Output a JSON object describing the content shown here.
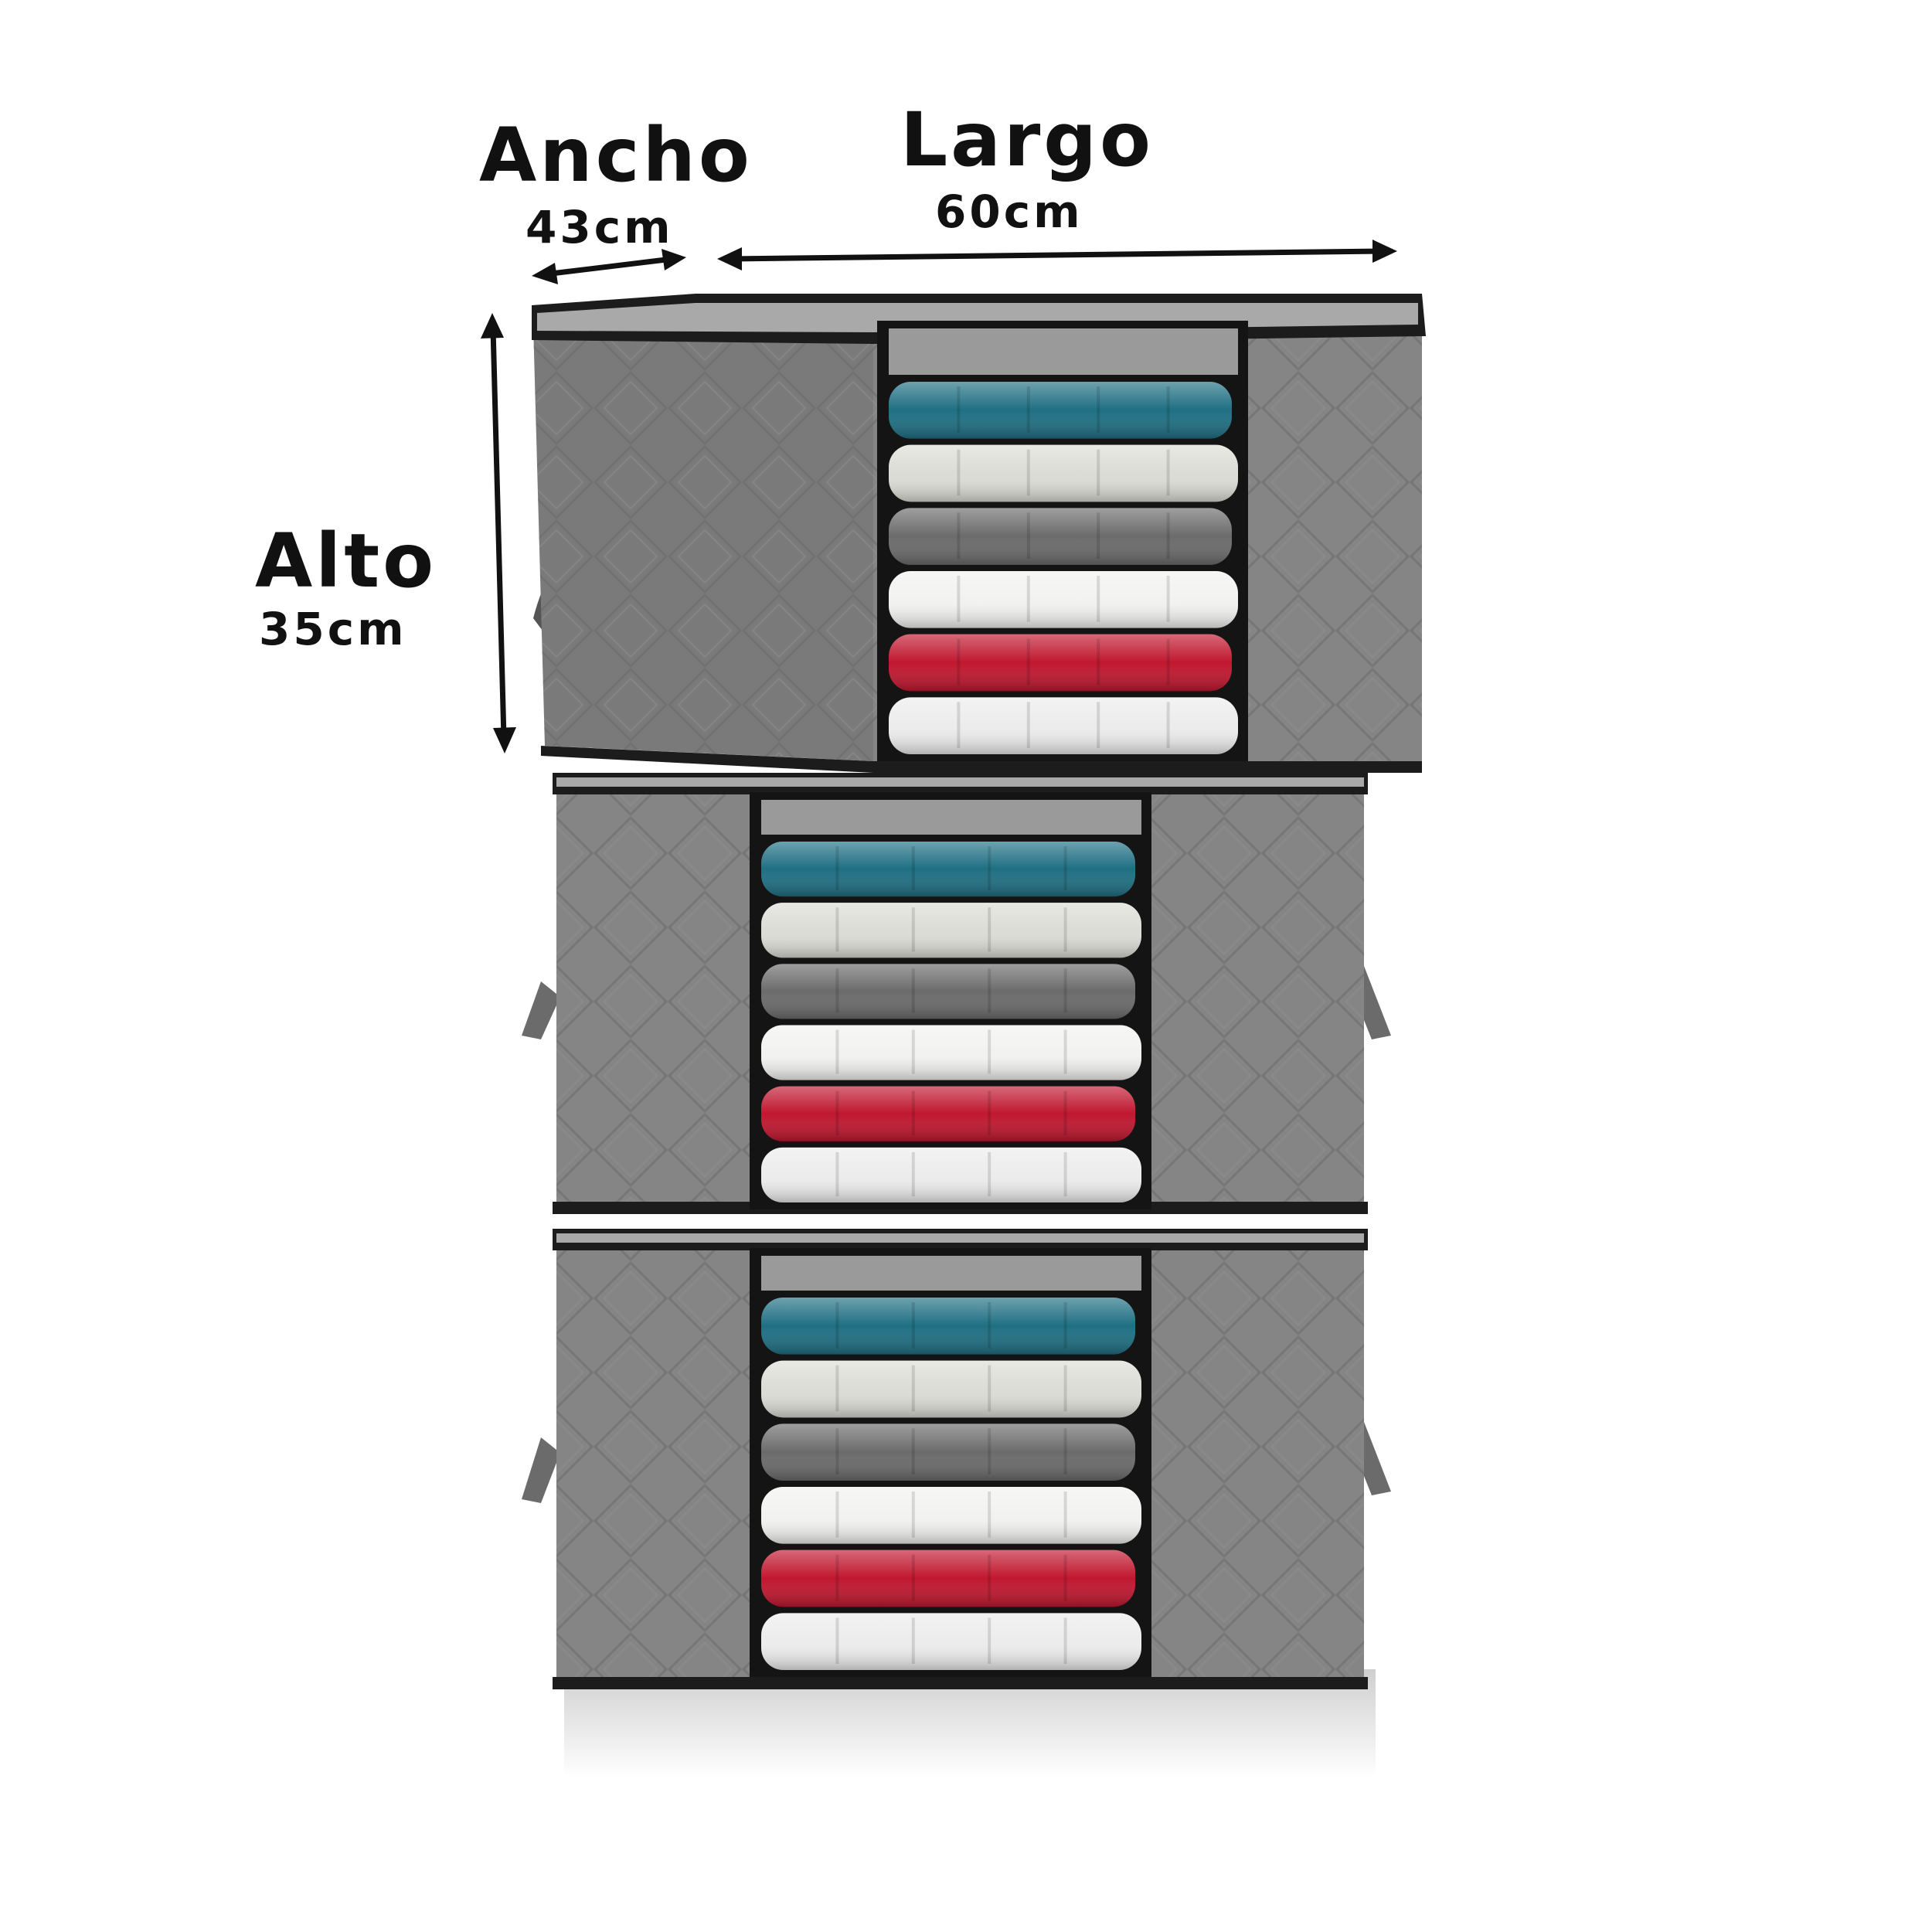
{
  "dimensions": {
    "width": {
      "title": "Ancho",
      "value": "43cm"
    },
    "length": {
      "title": "Largo",
      "value": "60cm"
    },
    "height": {
      "title": "Alto",
      "value": "35cm"
    }
  },
  "product": {
    "box_count": 3,
    "colors": {
      "fabric": "#7a7a7a",
      "fabric_light": "#858585",
      "zipper": "#1c1c1c",
      "zipper_tape": "#a9a9a9",
      "window_frame": "#141414"
    },
    "garment_colors": [
      "#1f6f83",
      "#dcdcd6",
      "#6b6b6b",
      "#f2f2f0",
      "#c0172f",
      "#ececec"
    ]
  }
}
